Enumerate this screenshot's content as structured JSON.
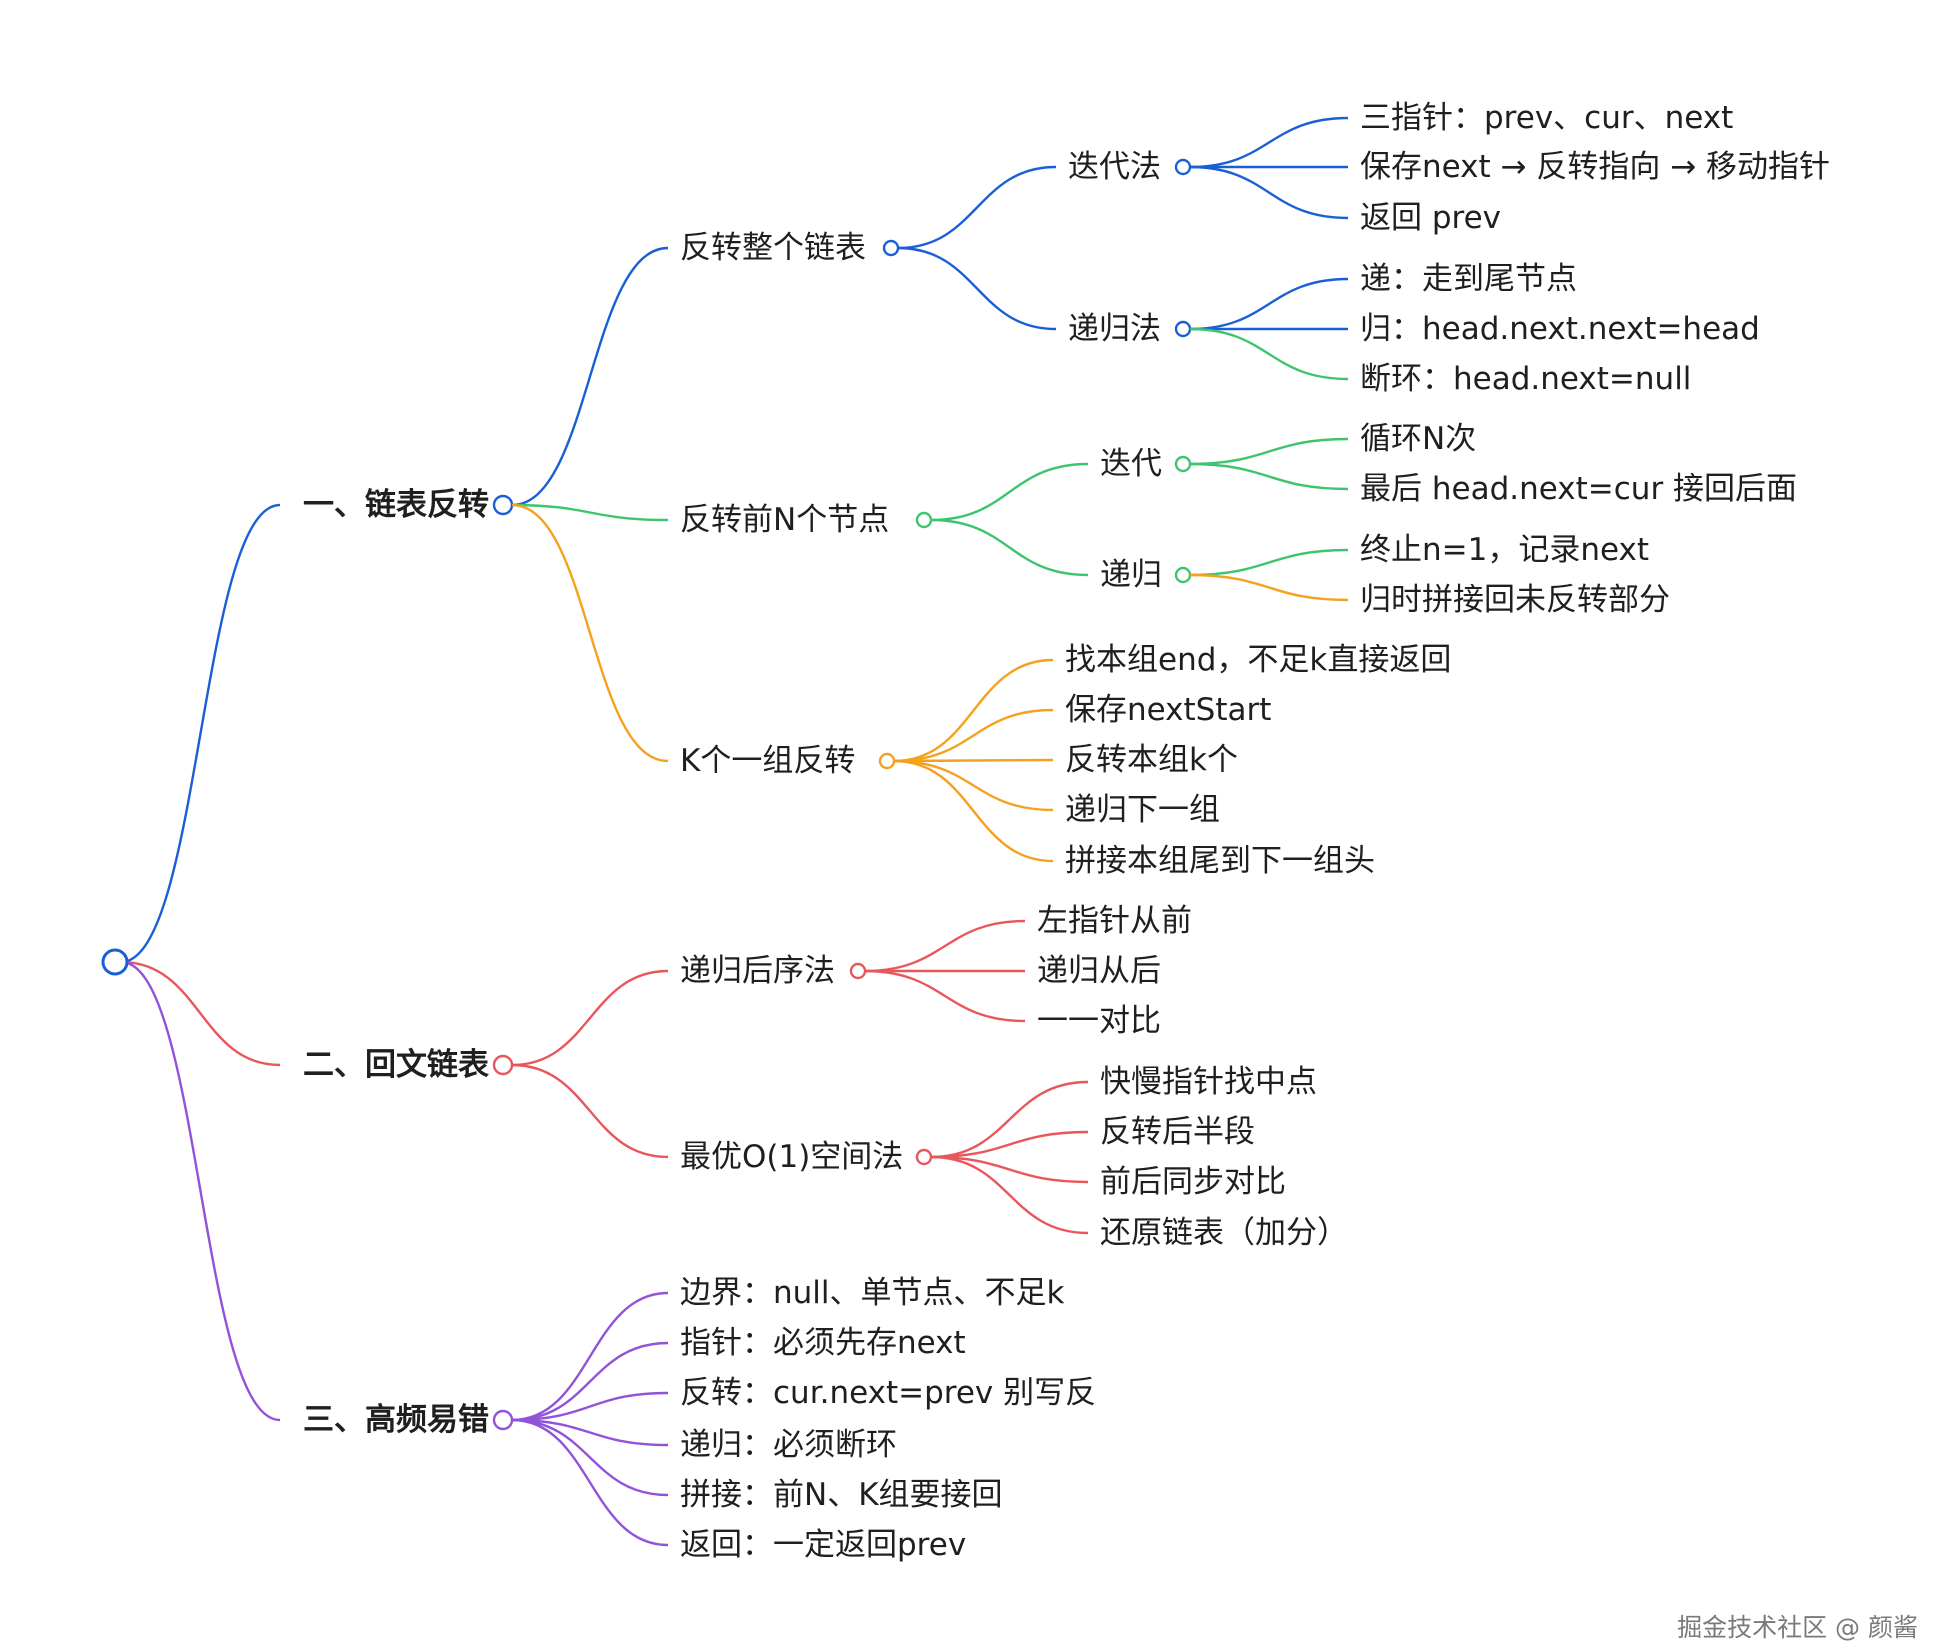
{
  "colors": {
    "blue": "#1a5fd6",
    "green": "#3ec46d",
    "orange": "#f4a11d",
    "red": "#e8575b",
    "purple": "#9153d8"
  },
  "root": {
    "text": ""
  },
  "sections": [
    {
      "text": "一、链表反转",
      "color": "blue",
      "children": [
        {
          "text": "反转整个链表",
          "color": "blue",
          "children": [
            {
              "text": "迭代法",
              "color": "blue",
              "children": [
                {
                  "text": "三指针：prev、cur、next",
                  "color": "blue"
                },
                {
                  "text": "保存next → 反转指向 → 移动指针",
                  "color": "blue"
                },
                {
                  "text": "返回 prev",
                  "color": "blue"
                }
              ]
            },
            {
              "text": "递归法",
              "color": "blue",
              "children": [
                {
                  "text": "递：走到尾节点",
                  "color": "blue"
                },
                {
                  "text": "归：head.next.next=head",
                  "color": "blue"
                },
                {
                  "text": "断环：head.next=null",
                  "color": "green"
                }
              ]
            }
          ]
        },
        {
          "text": "反转前N个节点",
          "color": "green",
          "children": [
            {
              "text": "迭代",
              "color": "green",
              "children": [
                {
                  "text": "循环N次",
                  "color": "green"
                },
                {
                  "text": "最后 head.next=cur 接回后面",
                  "color": "green"
                }
              ]
            },
            {
              "text": "递归",
              "color": "green",
              "children": [
                {
                  "text": "终止n=1，记录next",
                  "color": "green"
                },
                {
                  "text": "归时拼接回未反转部分",
                  "color": "orange"
                }
              ]
            }
          ]
        },
        {
          "text": "K个一组反转",
          "color": "orange",
          "children": [
            {
              "text": "找本组end，不足k直接返回",
              "color": "orange"
            },
            {
              "text": "保存nextStart",
              "color": "orange"
            },
            {
              "text": "反转本组k个",
              "color": "orange"
            },
            {
              "text": "递归下一组",
              "color": "orange"
            },
            {
              "text": "拼接本组尾到下一组头",
              "color": "orange"
            }
          ]
        }
      ]
    },
    {
      "text": "二、回文链表",
      "color": "red",
      "children": [
        {
          "text": "递归后序法",
          "color": "red",
          "children": [
            {
              "text": "左指针从前",
              "color": "red"
            },
            {
              "text": "递归从后",
              "color": "red"
            },
            {
              "text": "一一对比",
              "color": "red"
            }
          ]
        },
        {
          "text": "最优O(1)空间法",
          "color": "red",
          "children": [
            {
              "text": "快慢指针找中点",
              "color": "red"
            },
            {
              "text": "反转后半段",
              "color": "red"
            },
            {
              "text": "前后同步对比",
              "color": "red"
            },
            {
              "text": "还原链表（加分）",
              "color": "red"
            }
          ]
        }
      ]
    },
    {
      "text": "三、高频易错",
      "color": "purple",
      "children": [
        {
          "text": "边界：null、单节点、不足k",
          "color": "purple"
        },
        {
          "text": "指针：必须先存next",
          "color": "purple"
        },
        {
          "text": "反转：cur.next=prev 别写反",
          "color": "purple"
        },
        {
          "text": "递归：必须断环",
          "color": "purple"
        },
        {
          "text": "拼接：前N、K组要接回",
          "color": "purple"
        },
        {
          "text": "返回：一定返回prev",
          "color": "purple"
        }
      ]
    }
  ],
  "watermark": "掘金技术社区 @ 颜酱"
}
